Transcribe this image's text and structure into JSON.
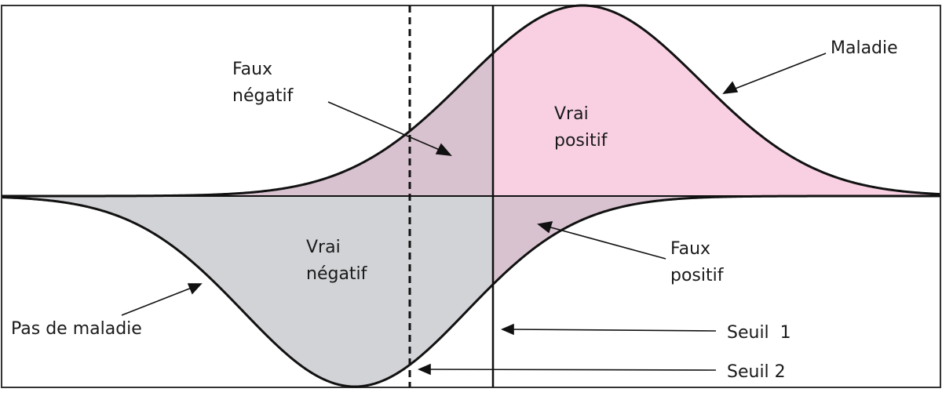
{
  "labels": {
    "faux_negatif": [
      "Faux",
      "négatif"
    ],
    "vrai_positif": [
      "Vrai",
      "positif"
    ],
    "maladie": "Maladie",
    "vrai_negatif": [
      "Vrai",
      "négatif"
    ],
    "faux_positif": [
      "Faux",
      "positif"
    ],
    "pas_de_maladie": "Pas de maladie",
    "seuil_1": "Seuil  1",
    "seuil_2": "Seuil 2"
  },
  "colors": {
    "disease_fill": "#f8d0e2",
    "overlap_fill": "#d8c2cf",
    "healthy_fill": "#d2d3d6",
    "stroke": "#111111"
  }
}
